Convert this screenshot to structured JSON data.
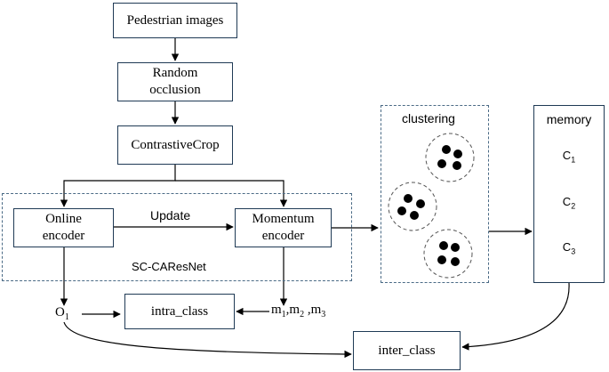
{
  "nodes": {
    "pedestrian_images": "Pedestrian images",
    "random_occlusion_line1": "Random",
    "random_occlusion_line2": "occlusion",
    "contrastive_crop": "ContrastiveCrop",
    "online_encoder_line1": "Online",
    "online_encoder_line2": "encoder",
    "momentum_encoder_line1": "Momentum",
    "momentum_encoder_line2": "encoder",
    "intra_class": "intra_class",
    "inter_class": "inter_class"
  },
  "labels": {
    "update": "Update",
    "backbone": "SC-CAResNet",
    "clustering": "clustering",
    "memory": "memory",
    "o1_base": "O",
    "o1_sub": "1",
    "m_base": "m",
    "m1_sub": "1",
    "m2_sub": "2",
    "m3_sub": "3",
    "m_sep1": ",m",
    "m_sep2": " ,m"
  },
  "memory_items": [
    {
      "base": "C",
      "sub": "1"
    },
    {
      "base": "C",
      "sub": "2"
    },
    {
      "base": "C",
      "sub": "3"
    }
  ],
  "colors": {
    "box_border": "#1f3a55",
    "dashed_border": "#4b6b86",
    "arrow": "#000000",
    "dot": "#000000"
  }
}
